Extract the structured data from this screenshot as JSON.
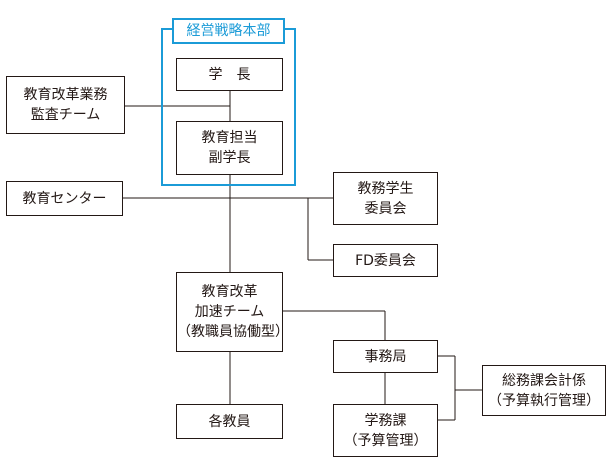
{
  "headquarters": {
    "label": "経営戦略本部",
    "accent_color": "#1b9bd7"
  },
  "nodes": {
    "president": "学　長",
    "vice_president": "教育担当\n副学長",
    "reform_team": "教育改革業務\n監査チーム",
    "education_center": "教育センター",
    "academic_committee": "教務学生\n委員会",
    "fd_committee": "FD委員会",
    "acceleration_team": "教育改革\n加速チーム\n（教職員協働型）",
    "faculty": "各教員",
    "secretariat": "事務局",
    "general_affairs": "総務課会計係\n（予算執行管理）",
    "academic_affairs": "学務課\n（予算管理）"
  },
  "line_color": "#231815"
}
